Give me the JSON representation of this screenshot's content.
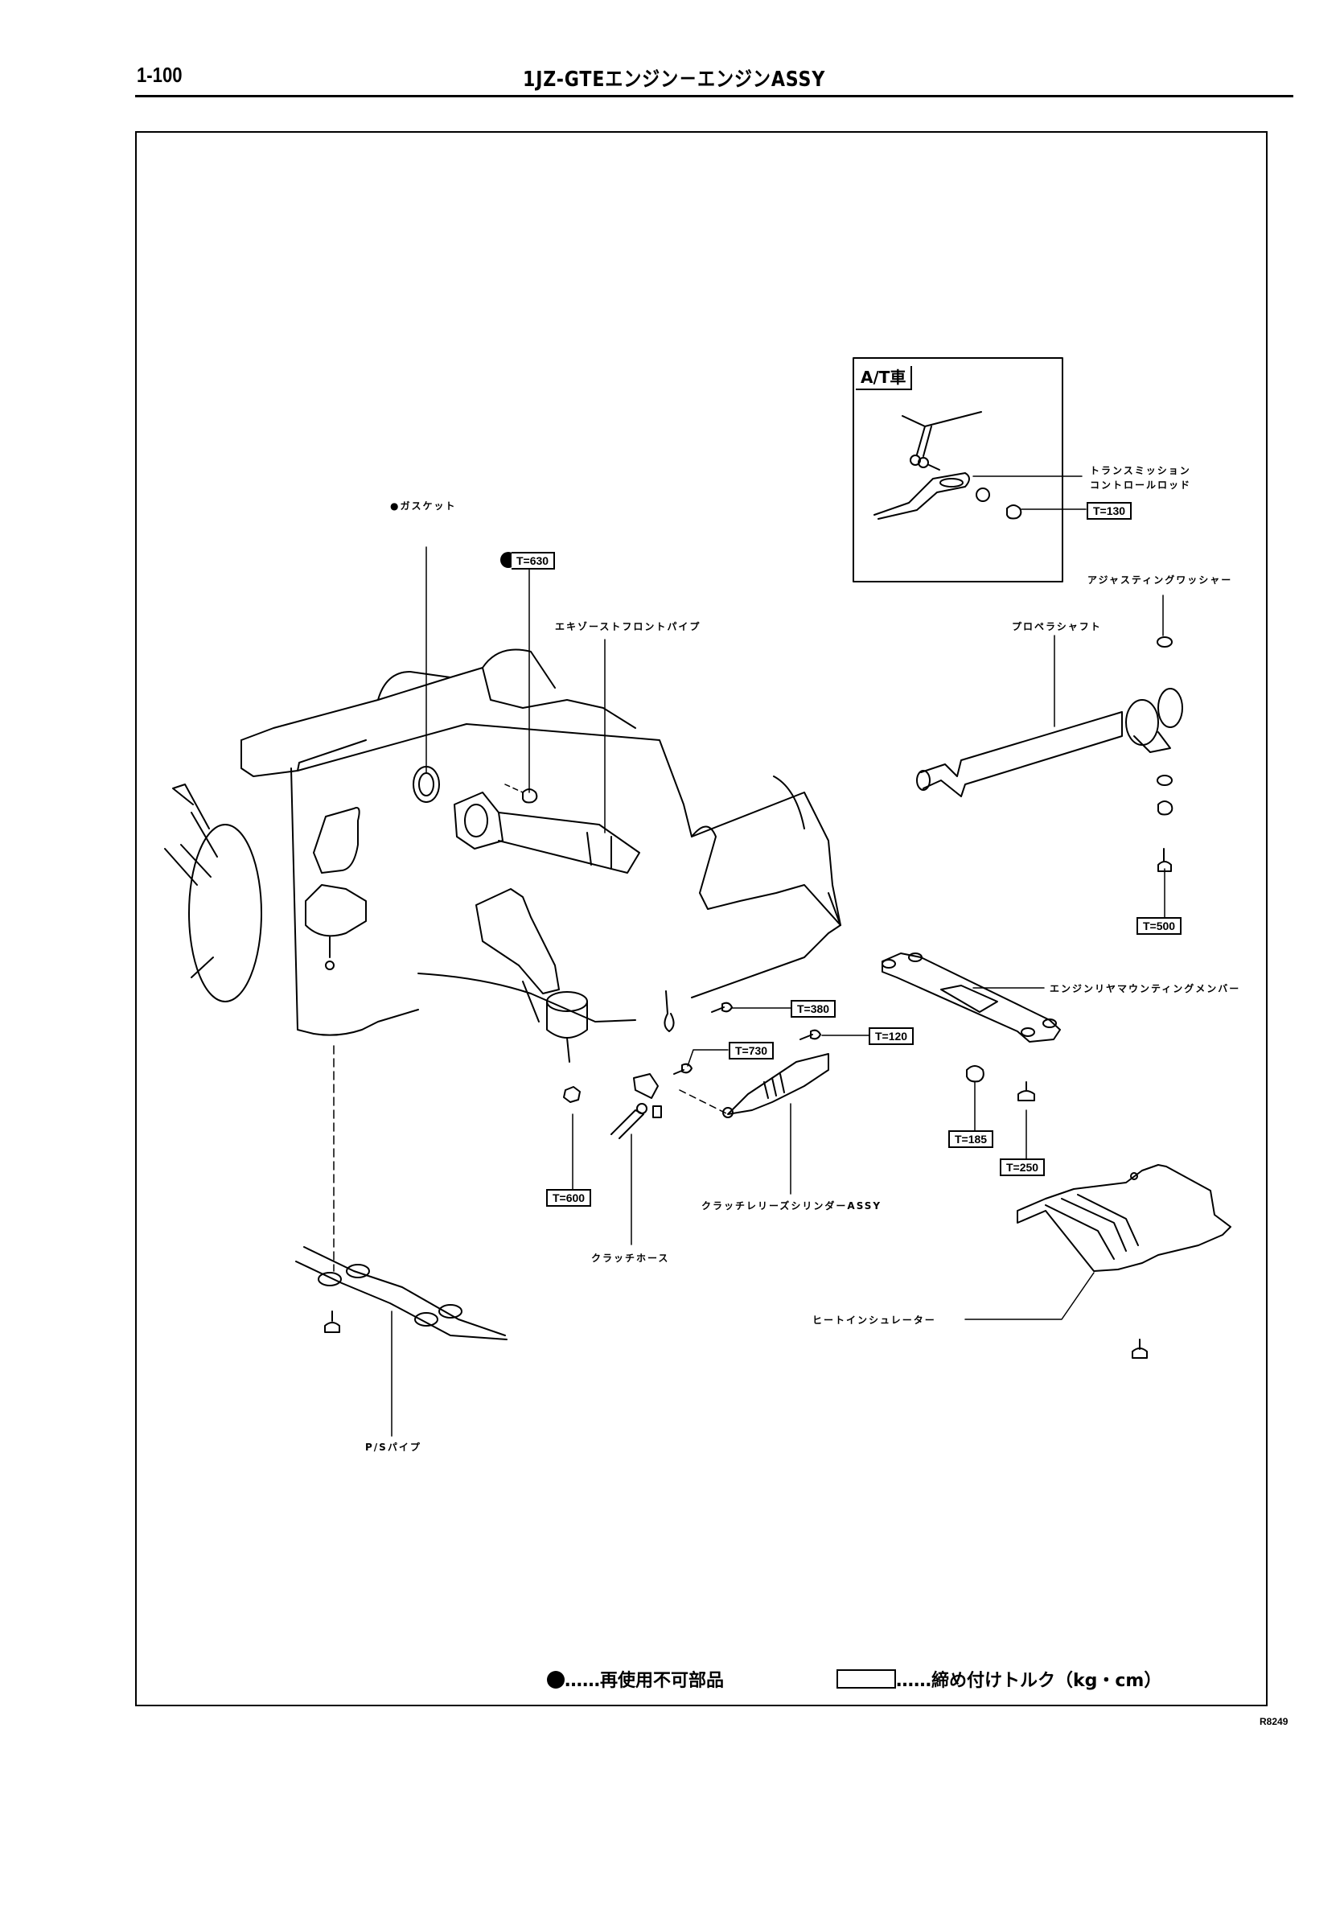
{
  "header": {
    "page_number": "1-100",
    "title": "1JZ-GTEエンジン－エンジンASSY"
  },
  "inset": {
    "tag": "A/T車",
    "labels": {
      "transmission_control_rod_line1": "トランスミッション",
      "transmission_control_rod_line2": "コントロールロッド"
    },
    "torques": {
      "control_rod_nut": "T=130"
    }
  },
  "labels": {
    "gasket": "●ガスケット",
    "exhaust_front_pipe": "エキゾーストフロントパイプ",
    "adjusting_washer": "アジャスティングワッシャー",
    "propeller_shaft": "プロペラシャフト",
    "engine_rear_mounting_member": "エンジンリヤマウンティングメンバー",
    "clutch_release_cylinder": "クラッチレリーズシリンダーASSY",
    "clutch_hose": "クラッチホース",
    "heat_insulator": "ヒートインシュレーター",
    "ps_pipe": "P/Sパイプ"
  },
  "torques": {
    "exhaust_nut": "T=630",
    "propeller_bolt": "T=500",
    "bracket_bolt": "T=380",
    "release_cyl_bolt": "T=120",
    "hose_bracket_bolt": "T=730",
    "member_nut": "T=185",
    "member_bolt": "T=250",
    "mount_nut": "T=600"
  },
  "legend": {
    "non_reusable": "……再使用不可部品",
    "torque": "……締め付けトルク（kg・cm）"
  },
  "reference_code": "R8249"
}
